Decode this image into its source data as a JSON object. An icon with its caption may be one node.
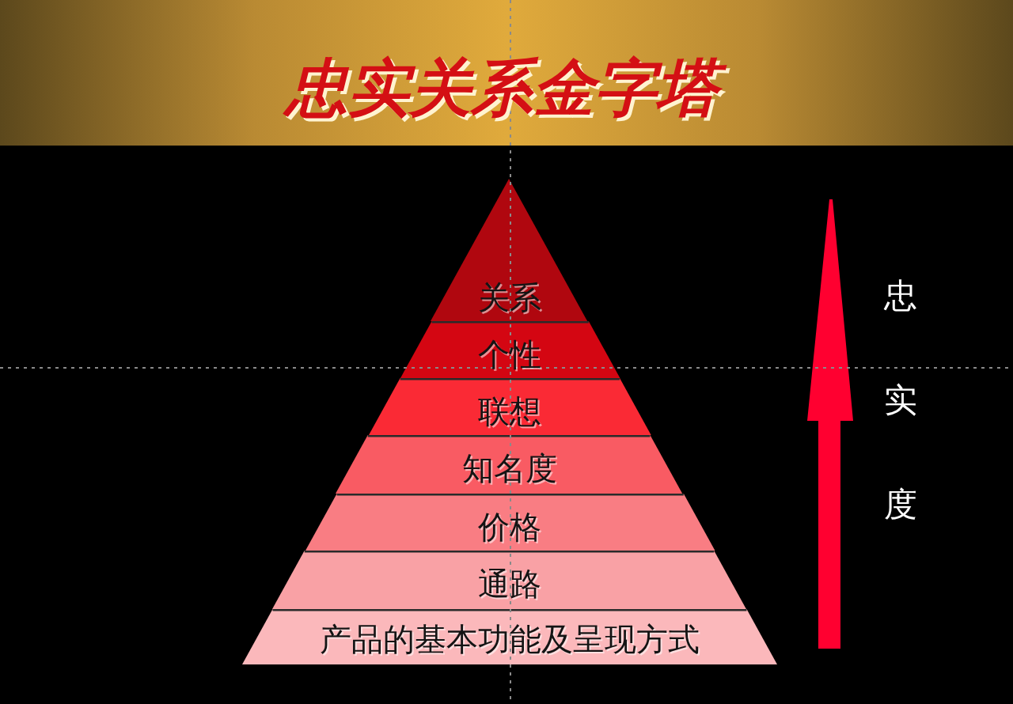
{
  "diagram": {
    "title": "忠实关系金字塔",
    "nodes": [
      {
        "text": [
          "关系"
        ]
      },
      {
        "text": [
          "个性"
        ]
      },
      {
        "text": [
          "联想"
        ]
      },
      {
        "text": [
          "知名度"
        ]
      },
      {
        "text": [
          "价格"
        ]
      },
      {
        "text": [
          "通路"
        ]
      },
      {
        "text": [
          "产品的基本功能及呈现方式"
        ]
      }
    ],
    "labels": [
      "忠实度"
    ]
  }
}
